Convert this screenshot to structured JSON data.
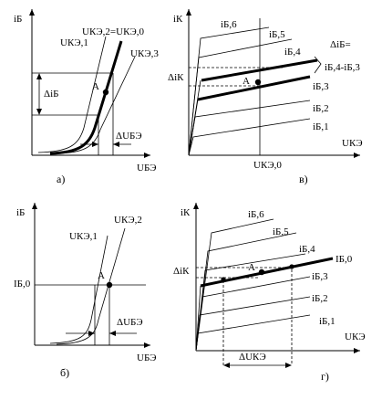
{
  "panel_a": {
    "y_axis": "iБ",
    "x_axis": "UБЭ",
    "curve_1": "UКЭ,1",
    "curve_2": "UКЭ,2=UКЭ,0",
    "curve_3": "UКЭ,3",
    "delta_i": "ΔiБ",
    "delta_u": "ΔUБЭ",
    "point": "A",
    "caption": "а)"
  },
  "panel_b": {
    "y_axis": "iК",
    "x_axis": "UКЭ",
    "curves": [
      "iБ,6",
      "iБ,5",
      "iБ,4",
      "iБ,3",
      "iБ,2",
      "iБ,1"
    ],
    "delta_i": "ΔiК",
    "x_mark": "UКЭ,0",
    "note_1": "ΔiБ=",
    "note_2": "iБ,4-iБ,3",
    "point": "A",
    "caption": "в)"
  },
  "panel_c": {
    "y_axis": "iБ",
    "x_axis": "UБЭ",
    "curve_1": "UКЭ,1",
    "curve_2": "UКЭ,2",
    "y_mark": "IБ,0",
    "delta_u": "ΔUБЭ",
    "point": "A",
    "caption": "б)"
  },
  "panel_d": {
    "y_axis": "iК",
    "x_axis": "UКЭ",
    "curves": [
      "iБ,6",
      "iБ,5",
      "iБ,4",
      "IБ,0",
      "iБ,3",
      "iБ,2",
      "iБ,1"
    ],
    "delta_i": "ΔiК",
    "delta_u": "ΔUКЭ",
    "point": "A",
    "caption": "г)"
  }
}
